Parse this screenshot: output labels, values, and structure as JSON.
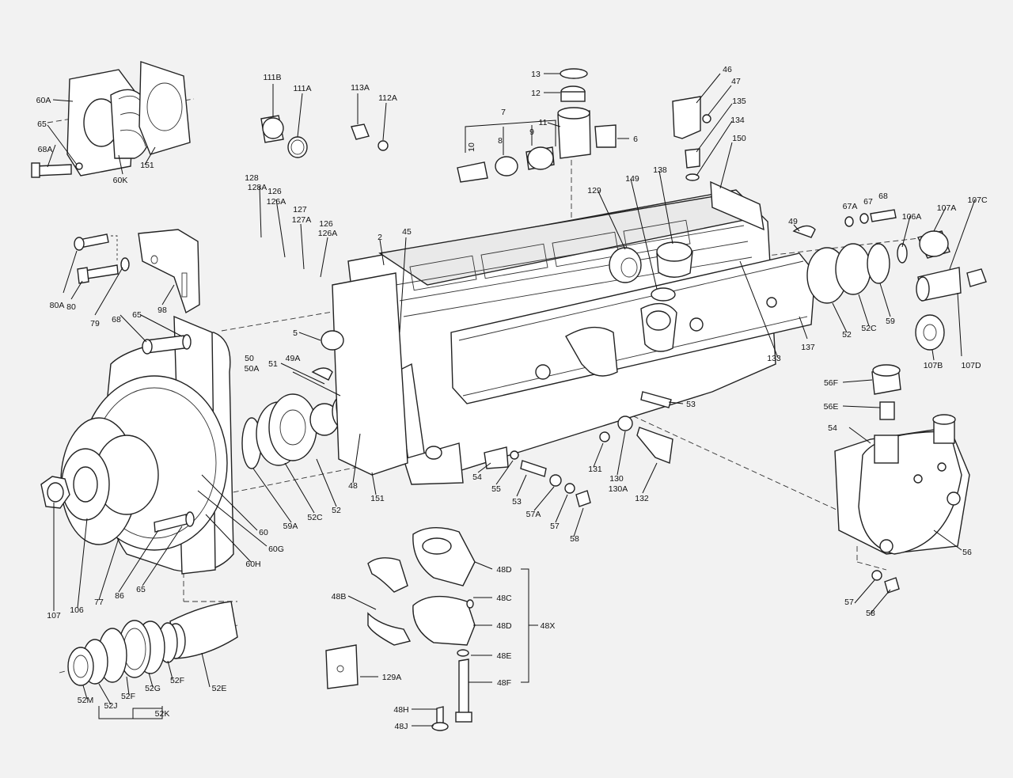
{
  "labels": [
    {
      "id": "13",
      "t": "13"
    },
    {
      "id": "12",
      "t": "12"
    },
    {
      "id": "11",
      "t": "11"
    },
    {
      "id": "6",
      "t": "6"
    },
    {
      "id": "7",
      "t": "7"
    },
    {
      "id": "10",
      "t": "10"
    },
    {
      "id": "8",
      "t": "8"
    },
    {
      "id": "9",
      "t": "9"
    },
    {
      "id": "46",
      "t": "46"
    },
    {
      "id": "47",
      "t": "47"
    },
    {
      "id": "135",
      "t": "135"
    },
    {
      "id": "134",
      "t": "134"
    },
    {
      "id": "150",
      "t": "150"
    },
    {
      "id": "111B",
      "t": "111B"
    },
    {
      "id": "111A",
      "t": "111A"
    },
    {
      "id": "113A",
      "t": "113A"
    },
    {
      "id": "112A",
      "t": "112A"
    },
    {
      "id": "60A",
      "t": "60A"
    },
    {
      "id": "65a",
      "t": "65"
    },
    {
      "id": "68A",
      "t": "68A"
    },
    {
      "id": "60K",
      "t": "60K"
    },
    {
      "id": "151a",
      "t": "151"
    },
    {
      "id": "128",
      "t": "128"
    },
    {
      "id": "128A",
      "t": "128A"
    },
    {
      "id": "126a",
      "t": "126"
    },
    {
      "id": "126Aa",
      "t": "126A"
    },
    {
      "id": "127",
      "t": "127"
    },
    {
      "id": "127A",
      "t": "127A"
    },
    {
      "id": "126b",
      "t": "126"
    },
    {
      "id": "126Ab",
      "t": "126A"
    },
    {
      "id": "2",
      "t": "2"
    },
    {
      "id": "45",
      "t": "45"
    },
    {
      "id": "129",
      "t": "129"
    },
    {
      "id": "149",
      "t": "149"
    },
    {
      "id": "138",
      "t": "138"
    },
    {
      "id": "49",
      "t": "49"
    },
    {
      "id": "67A",
      "t": "67A"
    },
    {
      "id": "67",
      "t": "67"
    },
    {
      "id": "68a",
      "t": "68"
    },
    {
      "id": "106A",
      "t": "106A"
    },
    {
      "id": "107A",
      "t": "107A"
    },
    {
      "id": "107C",
      "t": "107C"
    },
    {
      "id": "80A",
      "t": "80A"
    },
    {
      "id": "80",
      "t": "80"
    },
    {
      "id": "79",
      "t": "79"
    },
    {
      "id": "98",
      "t": "98"
    },
    {
      "id": "68b",
      "t": "68"
    },
    {
      "id": "65b",
      "t": "65"
    },
    {
      "id": "5",
      "t": "5"
    },
    {
      "id": "50",
      "t": "50"
    },
    {
      "id": "50A",
      "t": "50A"
    },
    {
      "id": "51",
      "t": "51"
    },
    {
      "id": "49A",
      "t": "49A"
    },
    {
      "id": "133",
      "t": "133"
    },
    {
      "id": "137",
      "t": "137"
    },
    {
      "id": "52a",
      "t": "52"
    },
    {
      "id": "52Ca",
      "t": "52C"
    },
    {
      "id": "59",
      "t": "59"
    },
    {
      "id": "107B",
      "t": "107B"
    },
    {
      "id": "107D",
      "t": "107D"
    },
    {
      "id": "56F",
      "t": "56F"
    },
    {
      "id": "56E",
      "t": "56E"
    },
    {
      "id": "53a",
      "t": "53"
    },
    {
      "id": "54a",
      "t": "54"
    },
    {
      "id": "54b",
      "t": "54"
    },
    {
      "id": "55",
      "t": "55"
    },
    {
      "id": "53b",
      "t": "53"
    },
    {
      "id": "131",
      "t": "131"
    },
    {
      "id": "130",
      "t": "130"
    },
    {
      "id": "130A",
      "t": "130A"
    },
    {
      "id": "132",
      "t": "132"
    },
    {
      "id": "57Aa",
      "t": "57A"
    },
    {
      "id": "57a",
      "t": "57"
    },
    {
      "id": "58a",
      "t": "58"
    },
    {
      "id": "48",
      "t": "48"
    },
    {
      "id": "151b",
      "t": "151"
    },
    {
      "id": "52b",
      "t": "52"
    },
    {
      "id": "52Cb",
      "t": "52C"
    },
    {
      "id": "59A",
      "t": "59A"
    },
    {
      "id": "60",
      "t": "60"
    },
    {
      "id": "60G",
      "t": "60G"
    },
    {
      "id": "60H",
      "t": "60H"
    },
    {
      "id": "65c",
      "t": "65"
    },
    {
      "id": "86",
      "t": "86"
    },
    {
      "id": "77",
      "t": "77"
    },
    {
      "id": "106",
      "t": "106"
    },
    {
      "id": "107",
      "t": "107"
    },
    {
      "id": "56",
      "t": "56"
    },
    {
      "id": "57b",
      "t": "57"
    },
    {
      "id": "58b",
      "t": "58"
    },
    {
      "id": "48D1",
      "t": "48D"
    },
    {
      "id": "48C",
      "t": "48C"
    },
    {
      "id": "48D2",
      "t": "48D"
    },
    {
      "id": "48X",
      "t": "48X"
    },
    {
      "id": "48E",
      "t": "48E"
    },
    {
      "id": "48F",
      "t": "48F"
    },
    {
      "id": "48B",
      "t": "48B"
    },
    {
      "id": "129A",
      "t": "129A"
    },
    {
      "id": "48H",
      "t": "48H"
    },
    {
      "id": "48J",
      "t": "48J"
    },
    {
      "id": "52E",
      "t": "52E"
    },
    {
      "id": "52F1",
      "t": "52F"
    },
    {
      "id": "52G",
      "t": "52G"
    },
    {
      "id": "52F2",
      "t": "52F"
    },
    {
      "id": "52M",
      "t": "52M"
    },
    {
      "id": "52J",
      "t": "52J"
    },
    {
      "id": "52K",
      "t": "52K"
    }
  ]
}
